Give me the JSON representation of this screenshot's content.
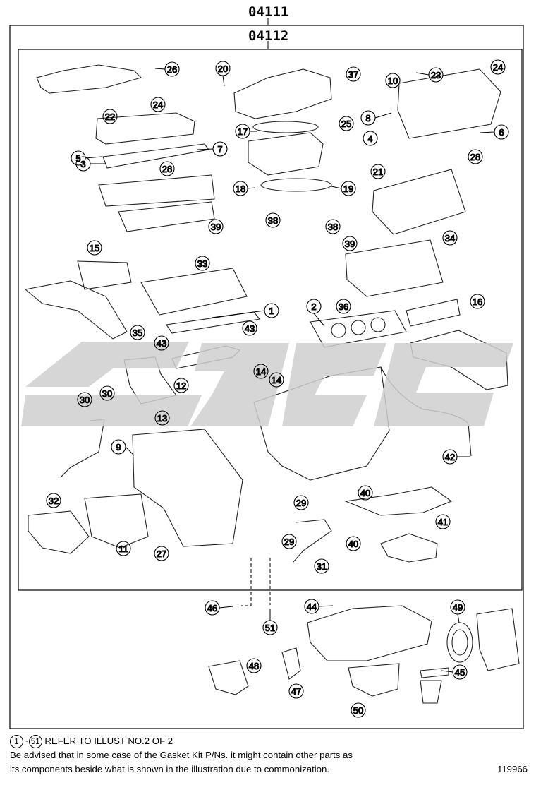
{
  "outer_code": "04111",
  "inner_code": "04112",
  "figure_number": "119966",
  "caption": {
    "range_start": "1",
    "range_sep": "~",
    "range_end": "51",
    "refer_text": "REFER TO ILLUST NO.2 OF 2",
    "line2": "Be advised that in some case of the Gasket Kit P/Ns. it might contain other parts as",
    "line3": "its components beside what is shown in the illustration due to commonization."
  },
  "callouts": [
    "1",
    "2",
    "3",
    "4",
    "5",
    "6",
    "7",
    "8",
    "9",
    "10",
    "11",
    "12",
    "13",
    "14",
    "15",
    "16",
    "17",
    "18",
    "19",
    "20",
    "21",
    "22",
    "23",
    "24",
    "25",
    "26",
    "27",
    "28",
    "29",
    "30",
    "31",
    "32",
    "33",
    "34",
    "35",
    "36",
    "37",
    "38",
    "39",
    "40",
    "41",
    "42",
    "43",
    "44",
    "45",
    "46",
    "47",
    "48",
    "49",
    "50",
    "51"
  ]
}
